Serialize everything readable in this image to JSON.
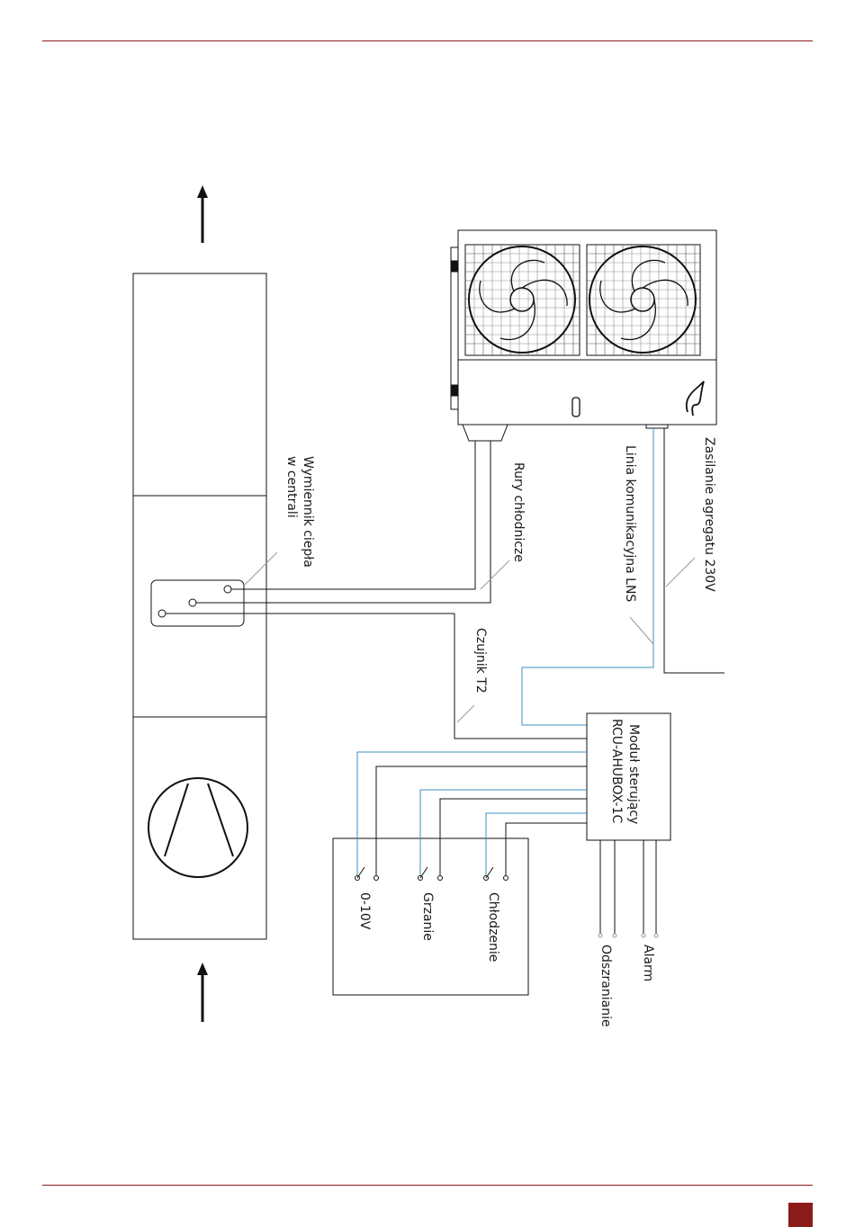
{
  "labels": {
    "heat_exchanger_line1": "Wymiennik ciepła",
    "heat_exchanger_line2": "w centrali",
    "refrigerant_pipes": "Rury chłodnicze",
    "sensor_t2": "Czujnik T2",
    "comm_line": "Linia komunikacyjna LNS",
    "power_supply": "Zasilanie agregatu 230V",
    "control_module_line1": "Moduł sterujący",
    "control_module_line2": "RCU-AHUBOX-1C",
    "signal_0_10v": "0-10V",
    "signal_heating": "Grzanie",
    "signal_cooling": "Chłodzenie",
    "signal_alarm": "Alarm",
    "signal_defrost": "Odszranianie"
  },
  "colors": {
    "accent": "#8b1a1a",
    "line": "#1a1a1a",
    "communication_line": "#3d8fc2"
  }
}
